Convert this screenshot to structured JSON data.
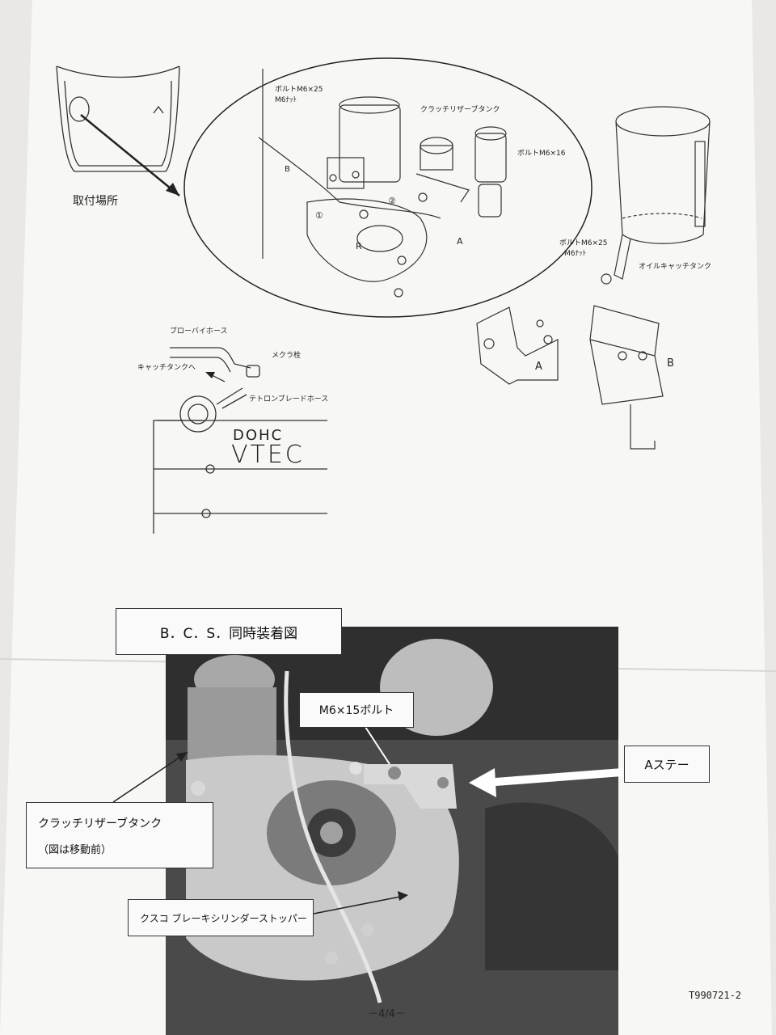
{
  "diagram_top": {
    "install_location_label": "取付場所",
    "bolt_m6x25_label": "ボルトM6×25",
    "m6_nut_label": "M6ﾅｯﾄ",
    "clutch_reservoir_label": "クラッチリザーブタンク",
    "bolt_m6x16_label": "ボルトM6×16",
    "label_B": "B",
    "label_A": "A",
    "label_R": "R",
    "marker_1": "①",
    "marker_2": "②"
  },
  "diagram_right": {
    "bolt_m6x25_label": "ボルトM6×25",
    "m6_nut_label": "M6ﾅｯﾄ",
    "oil_catch_tank_label": "オイルキャッチタンク",
    "bracket_A_label": "A",
    "bracket_B_label": "B"
  },
  "diagram_engine": {
    "blowby_hose_label": "ブローバイホース",
    "blanking_plug_label": "メクラ栓",
    "to_catch_tank_label": "キャッチタンクへ",
    "braided_hose_label": "テトロンブレードホース",
    "dohc_text": "DOHC",
    "vtec_text": "VTEC"
  },
  "photo_section": {
    "title": "B．C．S．同時装着図",
    "bolt_label": "M6×15ボルト",
    "stay_label": "Aステー",
    "reservoir_label": "クラッチリザーブタンク",
    "reservoir_note": "（図は移動前）",
    "stopper_label": "クスコ ブレーキシリンダーストッパー"
  },
  "footer": {
    "page_number": "－4/4－",
    "doc_code": "T990721-2"
  }
}
